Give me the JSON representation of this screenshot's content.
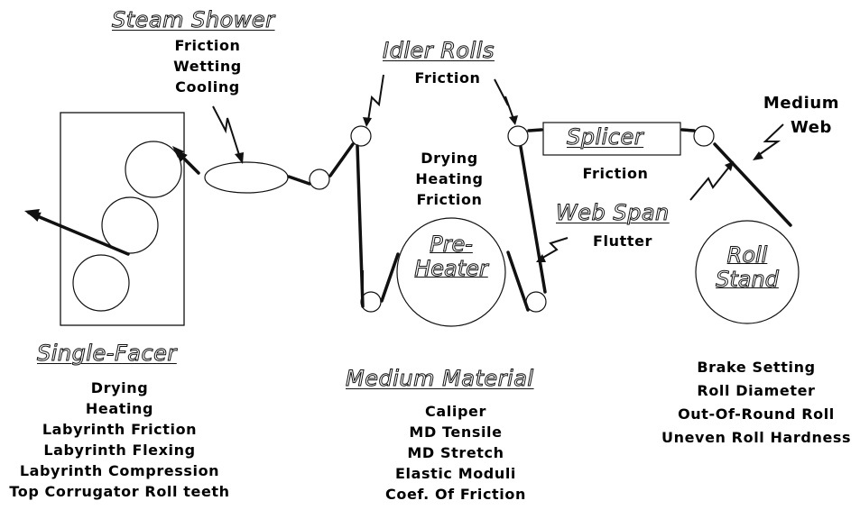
{
  "titles": {
    "steam_shower": "Steam Shower",
    "idler_rolls": "Idler Rolls",
    "splicer": "Splicer",
    "web_span": "Web Span",
    "single_facer": "Single-Facer",
    "medium_material": "Medium Material",
    "pre_heater_line1": "Pre-",
    "pre_heater_line2": "Heater",
    "roll_stand_line1": "Roll",
    "roll_stand_line2": "Stand"
  },
  "steam_shower_factors": [
    "Friction",
    "Wetting",
    "Cooling"
  ],
  "idler_rolls_factor": "Friction",
  "medium_web_lines": [
    "Medium",
    "Web"
  ],
  "preheater_factors": [
    "Drying",
    "Heating",
    "Friction"
  ],
  "splicer_factor": "Friction",
  "web_span_factor": "Flutter",
  "single_facer_factors": [
    "Drying",
    "Heating",
    "Labyrinth Friction",
    "Labyrinth Flexing",
    "Labyrinth Compression",
    "Top Corrugator Roll teeth"
  ],
  "medium_material_factors": [
    "Caliper",
    "MD Tensile",
    "MD Stretch",
    "Elastic Moduli",
    "Coef. Of Friction"
  ],
  "roll_stand_factors": [
    "Brake Setting",
    "Roll Diameter",
    "Out-Of-Round Roll",
    "Uneven Roll Hardness"
  ],
  "colors": {
    "ink": "#111111",
    "background": "#ffffff"
  }
}
